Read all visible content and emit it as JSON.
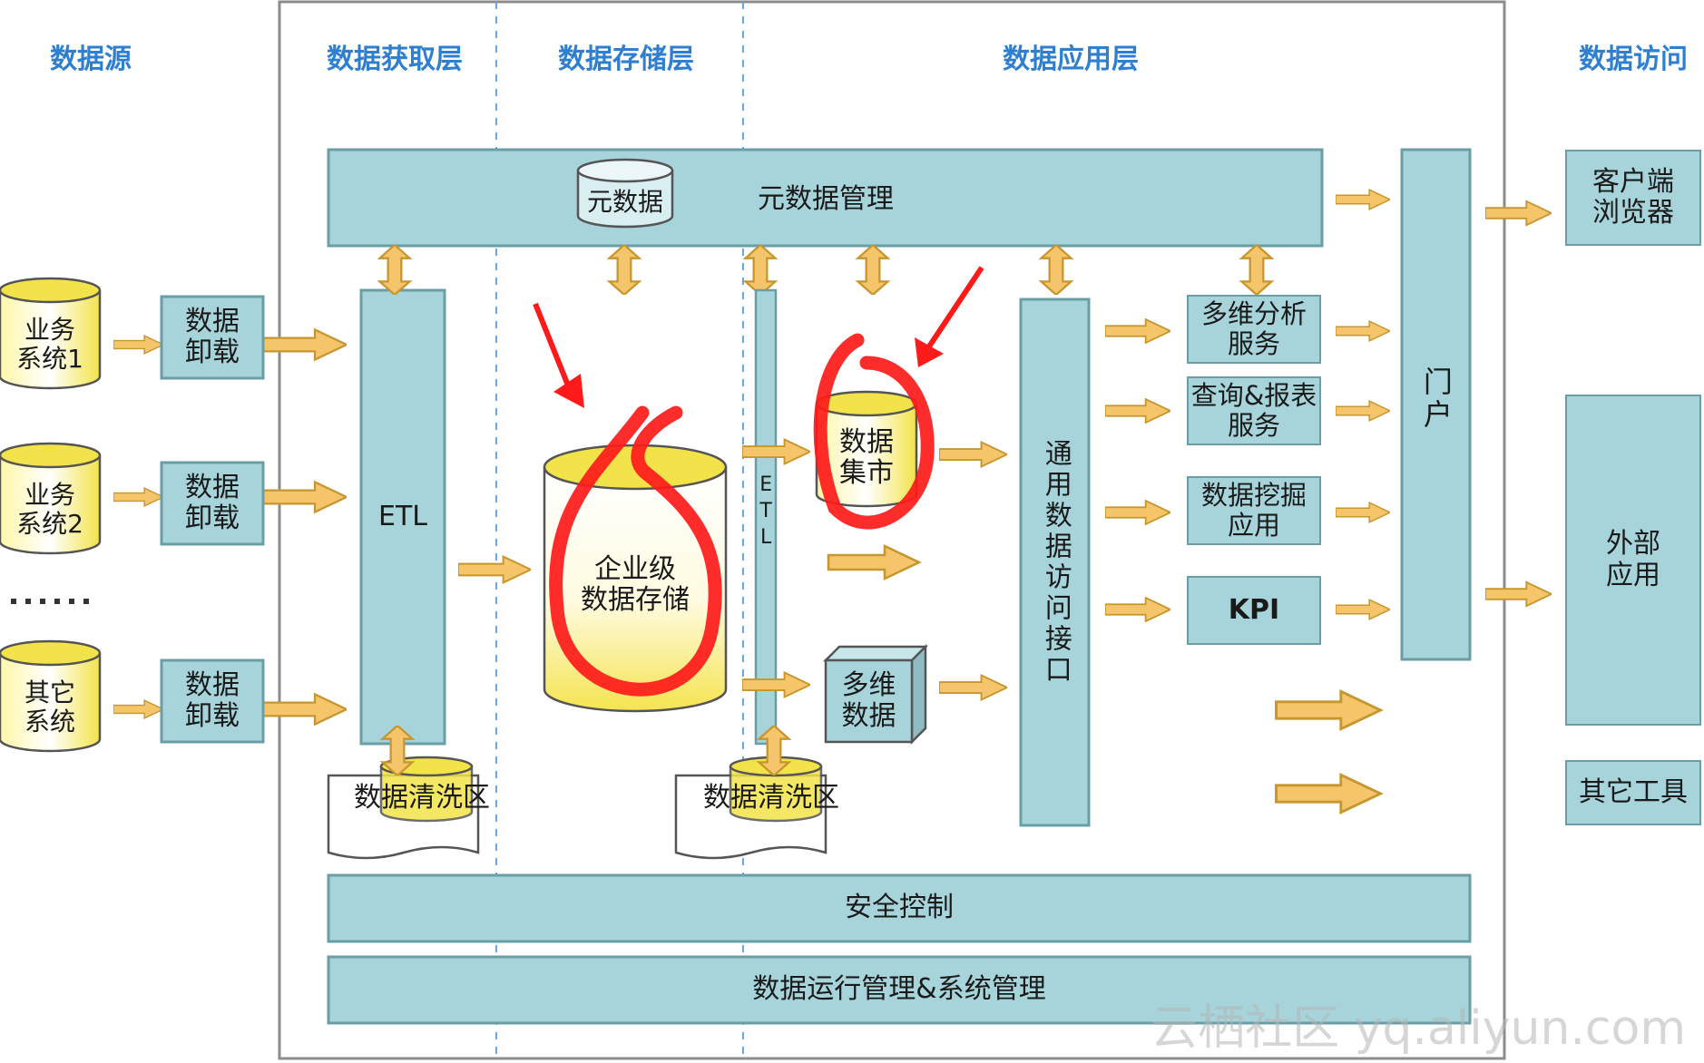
{
  "layers": {
    "source": "数据源",
    "acquire": "数据获取层",
    "storage": "数据存储层",
    "application": "数据应用层",
    "access": "数据访问"
  },
  "metadata": {
    "db_label": "元数据",
    "management": "元数据管理"
  },
  "sources": [
    {
      "label": "业务\n系统1",
      "unload": "数据\n卸载"
    },
    {
      "label": "业务\n系统2",
      "unload": "数据\n卸载"
    },
    {
      "label": "其它\n系统",
      "unload": "数据\n卸载"
    }
  ],
  "source_ellipsis": "……",
  "etl_main": "ETL",
  "etl_second": "ETL",
  "cleaning_zone": "数据清洗区",
  "enterprise_storage": "企业级\n数据存储",
  "data_mart": "数据\n集市",
  "multidim_data": "多维\n数据",
  "common_interface": "通用数据访问接口",
  "services": [
    "多维分析\n服务",
    "查询&报表\n服务",
    "数据挖掘\n应用",
    "KPI"
  ],
  "portal": "门户",
  "access": {
    "client": "客户端\n浏览器",
    "external": "外部\n应用",
    "other_tools": "其它工具"
  },
  "security": "安全控制",
  "operations": "数据运行管理&系统管理",
  "watermark": "云栖社区 yq.aliyun.com",
  "colors": {
    "header_blue": "#2f7fd0",
    "box_fill": "#a6d4da",
    "box_border": "#6a9ea6",
    "arrow_fill": "#f4c56a",
    "arrow_stroke": "#c7962f",
    "cylinder_yellow": "#f3e34a",
    "annotation_red": "#ff1a1a"
  }
}
